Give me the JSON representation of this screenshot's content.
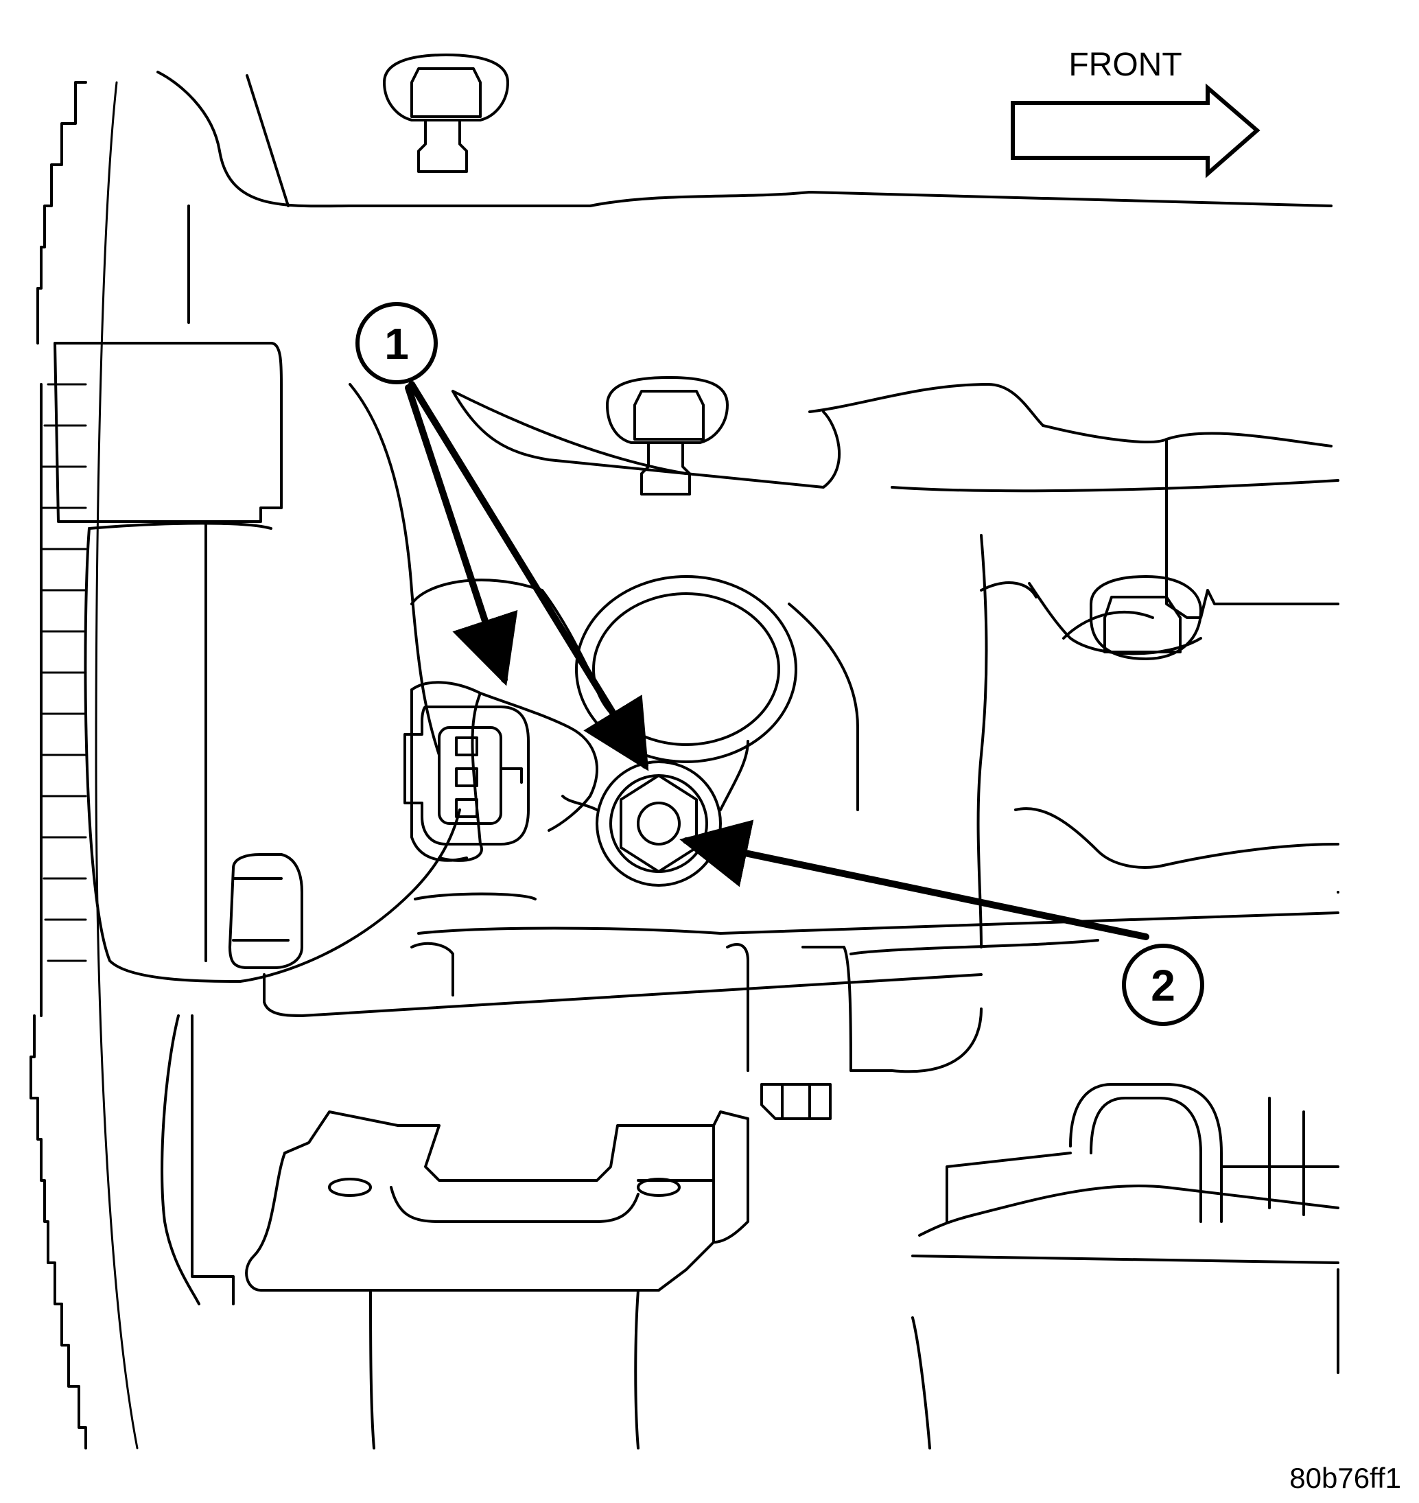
{
  "direction_label": "FRONT",
  "callouts": [
    {
      "id": "1",
      "text": "1"
    },
    {
      "id": "2",
      "text": "2"
    }
  ],
  "figure_id": "80b76ff1",
  "colors": {
    "line": "#000000",
    "background": "#ffffff"
  },
  "icons": [
    "front-direction-arrow-icon",
    "callout-arrow-icon"
  ]
}
